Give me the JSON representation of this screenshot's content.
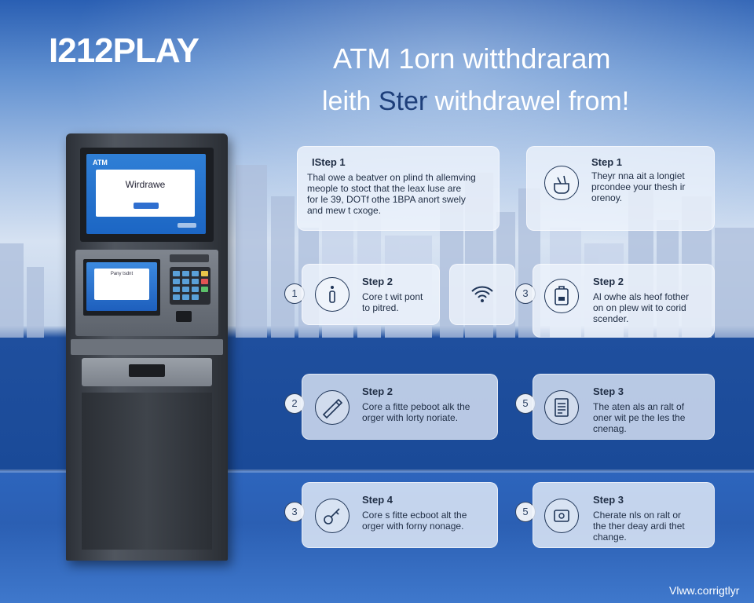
{
  "brand": {
    "logo": "I212PLAY"
  },
  "headline": {
    "line1": "ATM 1orn witthdraram",
    "line2_pre": "leith ",
    "line2_highlight": "Ster",
    "line2_post": " withdrawel from!"
  },
  "atm": {
    "brand": "ATM",
    "main_screen_title": "Wirdrawe",
    "small_screen_title": "Pany tsdnt"
  },
  "cards": {
    "top_left": {
      "title": "IStep 1",
      "lines": [
        "Thal owe a beatver on plind th allemving",
        "meople to stoct that the leax luse are",
        "for le 39, DOTf othe 1BPA anort swely",
        "and mew t cxoge."
      ]
    },
    "top_right": {
      "title": "Step 1",
      "lines": [
        "Theyr nna ait a longiet",
        "prcondee your thesh ir",
        "orenoy."
      ]
    },
    "row2_left": {
      "num": "1",
      "title": "Step 2",
      "lines": [
        "Core t wit pont",
        "to pitred."
      ]
    },
    "row2_right": {
      "num": "3",
      "title": "Step 2",
      "lines": [
        "Al owhe als heof fother",
        "on on plew wit to corid",
        "scender."
      ]
    },
    "row3_left": {
      "num": "2",
      "title": "Step 2",
      "lines": [
        "Core a fitte peboot alk the",
        "orger with lorty noriate."
      ]
    },
    "row3_right": {
      "num": "5",
      "title": "Step 3",
      "lines": [
        "The aten als an ralt of",
        "oner wit pe the les the",
        "cnenag."
      ]
    },
    "row4_left": {
      "num": "3",
      "title": "Step 4",
      "lines": [
        "Core s fitte ecboot alt the",
        "orger with forny nonage."
      ]
    },
    "row4_right": {
      "num": "5",
      "title": "Step 3",
      "lines": [
        "Cherate nls on ralt or",
        "the ther deay ardi thet",
        "change."
      ]
    }
  },
  "footer": {
    "watermark": "Vlww.corrigtlyr"
  },
  "colors": {
    "accent": "#1f4f9e",
    "highlight_text": "#1e3f7a"
  }
}
